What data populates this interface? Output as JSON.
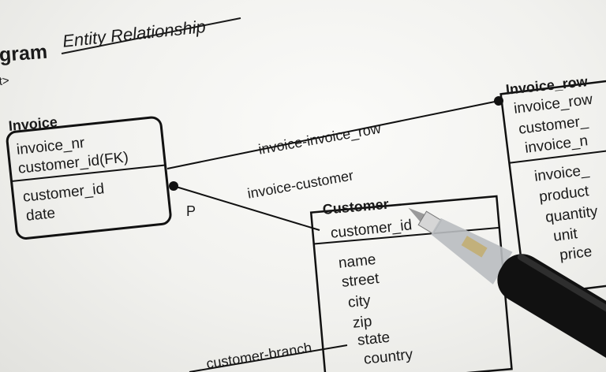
{
  "header": {
    "title_fragment": "gram",
    "subtitle": "Entity Relationship",
    "small_fragment": "t>"
  },
  "entities": {
    "invoice": {
      "name": "Invoice",
      "key_attrs": [
        "invoice_nr",
        "customer_id(FK)"
      ],
      "attrs": [
        "customer_id",
        "date"
      ]
    },
    "customer": {
      "name": "Customer",
      "key_attrs": [
        "customer_id"
      ],
      "attrs": [
        "name",
        "street",
        "city",
        "zip",
        "state",
        "country"
      ]
    },
    "invoice_row": {
      "name": "Invoice_row",
      "key_attrs": [
        "invoice_row",
        "customer_",
        "invoice_n"
      ],
      "attrs": [
        "invoice_",
        "product",
        "quantity",
        "unit",
        "price"
      ]
    }
  },
  "relationships": {
    "invoice_invoice_row": "invoice-invoice_row",
    "invoice_customer": "invoice-customer",
    "customer_branch": "customer-branch",
    "cardinality_p": "P"
  },
  "colors": {
    "paper": "#f3f3f0",
    "ink": "#1a1a1a",
    "pen_body": "#111111",
    "pen_barrel": "#b9bcc0"
  }
}
